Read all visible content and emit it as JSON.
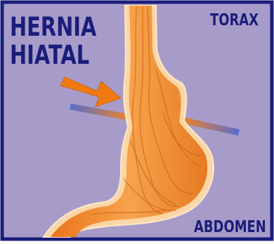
{
  "diagram": {
    "title_line_1": "HERNIA",
    "title_line_2": "HIATAL",
    "region_top_label": "TORAX",
    "region_bottom_label": "ABDOMEN"
  },
  "colors": {
    "background": "#a79cc9",
    "border": "#1b1d7a",
    "text": "#1b1d7a",
    "organ_fill": "#f28a2e",
    "organ_highlight": "#f7c184",
    "organ_lining": "#fbd6a6",
    "diaphragm": "#5a6dcc",
    "arrow": "#f07a12"
  }
}
